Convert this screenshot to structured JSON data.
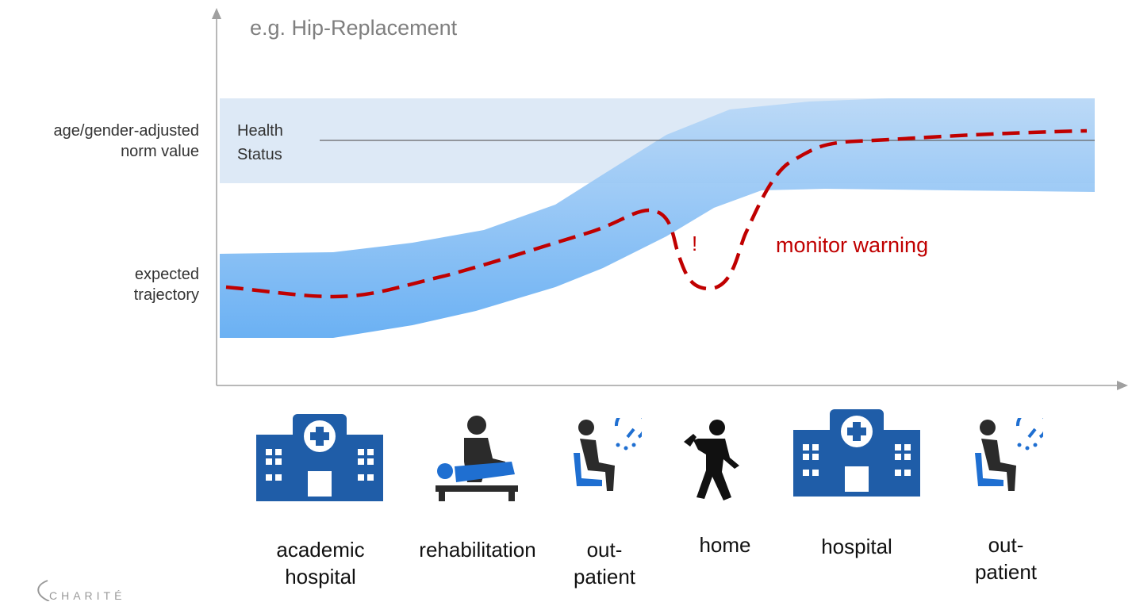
{
  "title": "e.g. Hip-Replacement",
  "y_labels": {
    "norm_line1": "age/gender-adjusted",
    "norm_line2": "norm value",
    "traj_line1": "expected",
    "traj_line2": "trajectory"
  },
  "health_status": {
    "line1": "Health",
    "line2": "Status"
  },
  "warning": {
    "mark": "!",
    "label": "monitor warning"
  },
  "stages": [
    {
      "line1": "academic",
      "line2": "hospital",
      "icon": "hospital-building-icon"
    },
    {
      "line1": "rehabilitation",
      "line2": "",
      "icon": "physiotherapy-icon"
    },
    {
      "line1": "out-",
      "line2": "patient",
      "icon": "seated-patient-icon"
    },
    {
      "line1": "home",
      "line2": "",
      "icon": "walking-person-wrench-icon"
    },
    {
      "line1": "hospital",
      "line2": "",
      "icon": "hospital-building-icon"
    },
    {
      "line1": "out-",
      "line2": "patient",
      "icon": "seated-patient-icon"
    }
  ],
  "logo_text": "CHARITÉ",
  "colors": {
    "band": "#5aa9f2",
    "norm_band": "#dbe8f6",
    "warning": "#c00000",
    "icon": "#1f5da8",
    "axis": "#a0a0a0"
  }
}
